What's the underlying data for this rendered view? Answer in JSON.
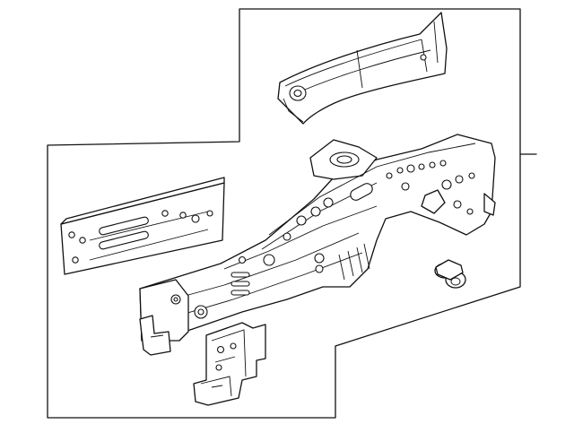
{
  "diagram": {
    "parts": [
      {
        "name": "wheelhouse-upper-panel"
      },
      {
        "name": "front-side-frame-assembly"
      },
      {
        "name": "frame-extension-bracket"
      },
      {
        "name": "side-rail-reinforcement"
      },
      {
        "name": "mount-bracket"
      },
      {
        "name": "bushing-grommet"
      }
    ]
  }
}
